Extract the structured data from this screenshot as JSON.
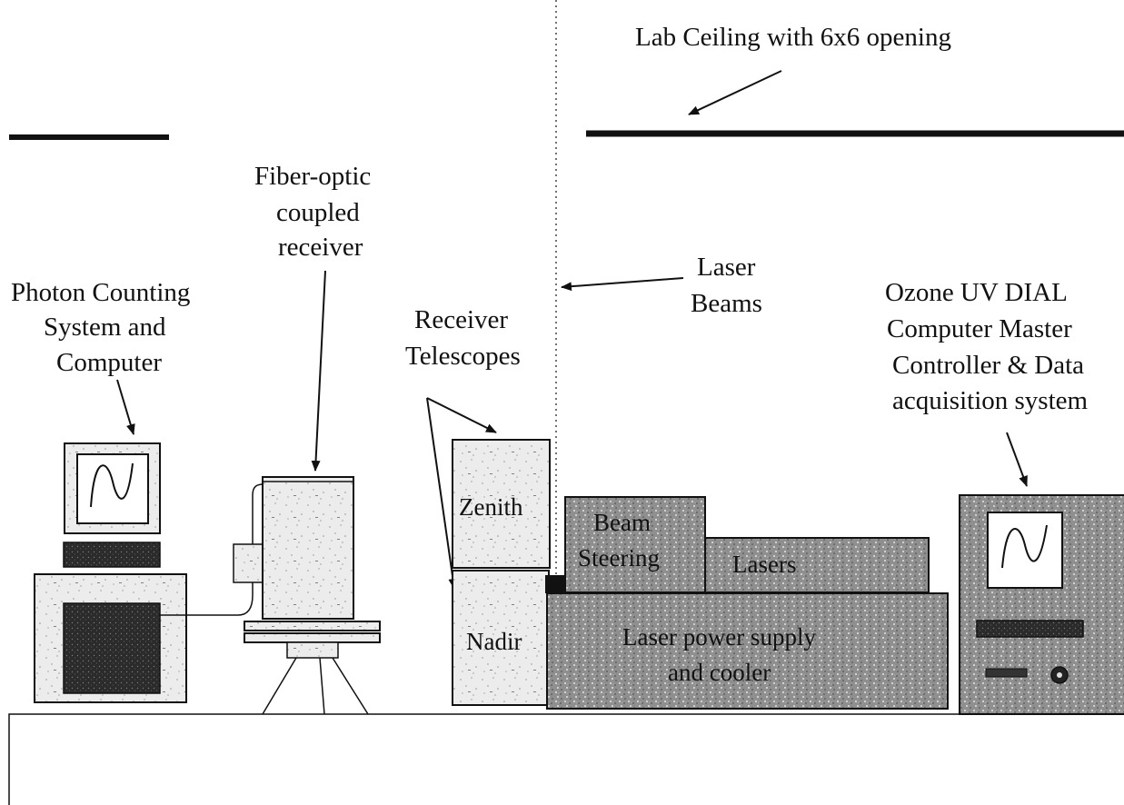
{
  "labels": {
    "ceiling": "Lab Ceiling with 6x6 opening",
    "fiber_receiver": [
      "Fiber-optic",
      "coupled",
      "receiver"
    ],
    "laser_beams": [
      "Laser",
      "Beams"
    ],
    "photon_counting": [
      "Photon Counting",
      "System and",
      "Computer"
    ],
    "receiver_telescopes": [
      "Receiver",
      "Telescopes"
    ],
    "ozone_controller": [
      "Ozone UV DIAL",
      "Computer Master",
      "Controller  & Data",
      "acquisition system"
    ]
  },
  "components": {
    "zenith": "Zenith",
    "nadir": "Nadir",
    "beam_steering": [
      "Beam",
      "Steering"
    ],
    "lasers": "Lasers",
    "power_supply": [
      "Laser power supply",
      "and cooler"
    ]
  },
  "colors": {
    "ink": "#111111",
    "texture_light": "#e6e6e6",
    "texture_dark": "#9a9a9a",
    "screen_dark": "#2a2a2a"
  }
}
